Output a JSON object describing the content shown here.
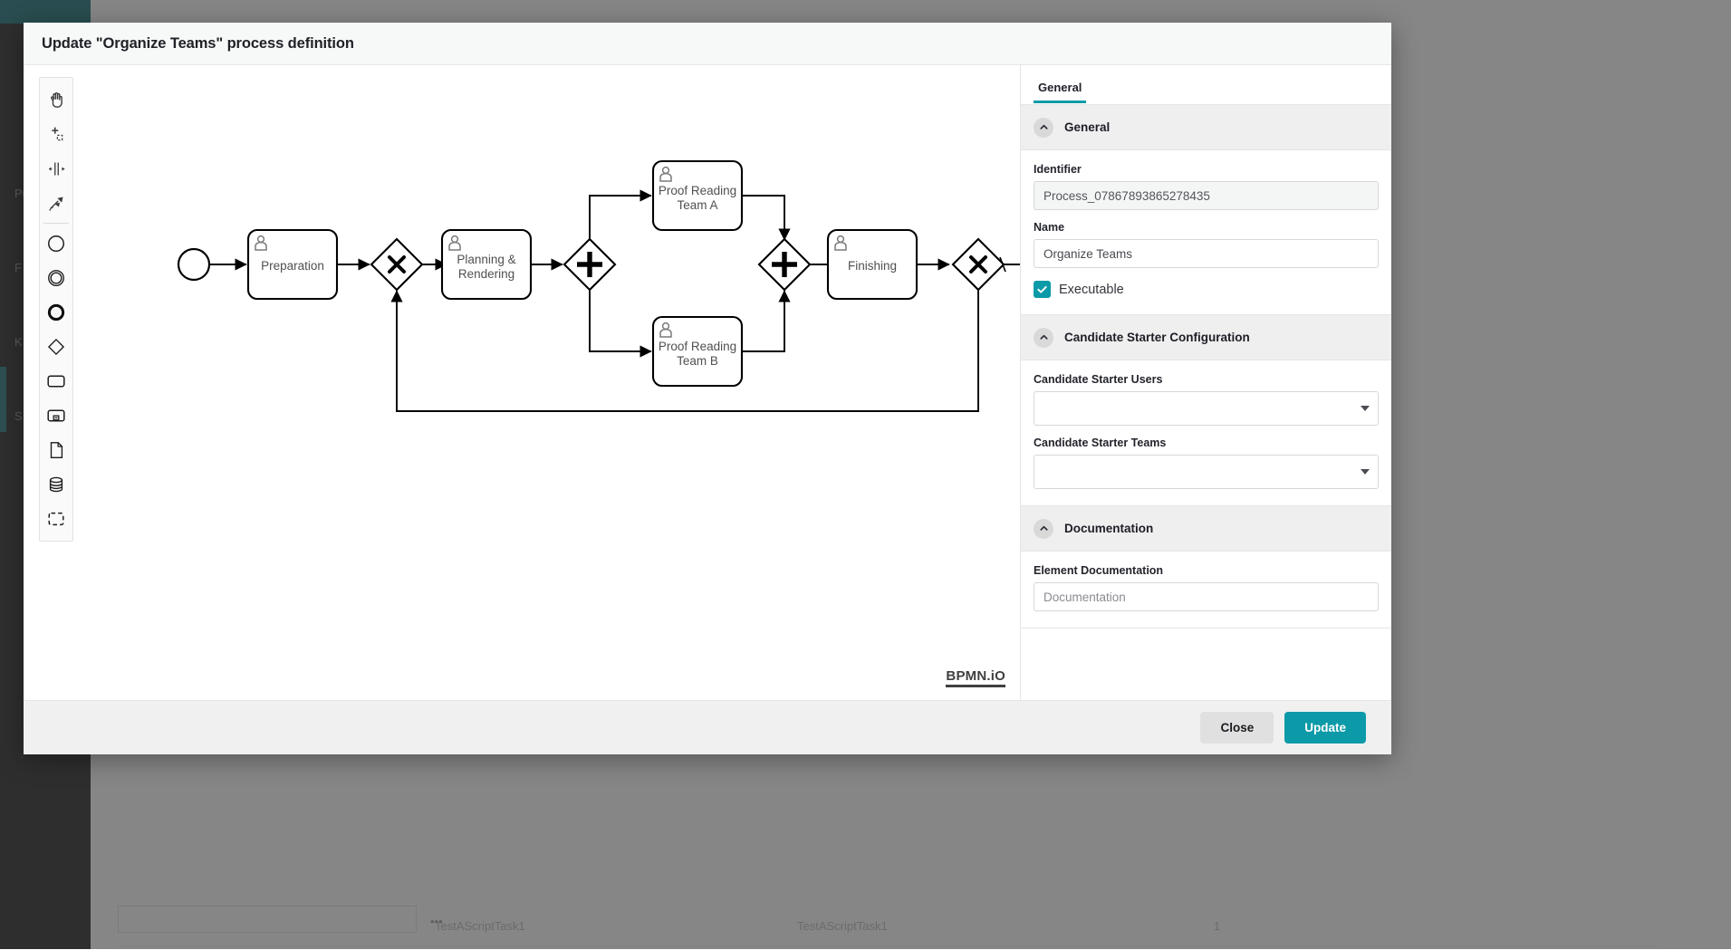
{
  "background": {
    "sidebar_items": [
      {
        "label": "Pub"
      },
      {
        "label": "F"
      },
      {
        "label": "K"
      },
      {
        "label": "S"
      }
    ],
    "table_rows": [
      {
        "c1": "TestAScriptTask1",
        "c2": "TestAScriptTask1",
        "c3": "1"
      }
    ],
    "row_menu_icon": "ellipsis-icon"
  },
  "modal": {
    "title": "Update \"Organize Teams\" process definition",
    "footer": {
      "close_label": "Close",
      "update_label": "Update"
    }
  },
  "canvas": {
    "logo": "BPMN.iO",
    "palette": [
      {
        "name": "hand-tool",
        "icon": "hand-icon"
      },
      {
        "name": "lasso-tool",
        "icon": "lasso-icon"
      },
      {
        "name": "space-tool",
        "icon": "space-icon"
      },
      {
        "name": "global-connect-tool",
        "icon": "connect-icon"
      },
      {
        "name": "create-start-event",
        "icon": "circle-thin-icon"
      },
      {
        "name": "create-intermediate-event",
        "icon": "circle-double-icon"
      },
      {
        "name": "create-end-event",
        "icon": "circle-thick-icon"
      },
      {
        "name": "create-gateway",
        "icon": "diamond-icon"
      },
      {
        "name": "create-task",
        "icon": "rounded-rect-icon"
      },
      {
        "name": "create-subprocess",
        "icon": "subprocess-icon"
      },
      {
        "name": "create-data-object",
        "icon": "document-icon"
      },
      {
        "name": "create-data-store",
        "icon": "database-icon"
      },
      {
        "name": "create-group",
        "icon": "dashed-frame-icon"
      }
    ]
  },
  "diagram": {
    "type": "bpmn",
    "elements": [
      {
        "id": "start",
        "type": "start-event",
        "label": ""
      },
      {
        "id": "preparation",
        "type": "user-task",
        "label": "Preparation"
      },
      {
        "id": "gw-xor-1",
        "type": "exclusive-gateway",
        "label": ""
      },
      {
        "id": "planning",
        "type": "user-task",
        "label": "Planning & Rendering"
      },
      {
        "id": "gw-par-split",
        "type": "parallel-gateway",
        "label": ""
      },
      {
        "id": "proof-a",
        "type": "user-task",
        "label": "Proof Reading Team A"
      },
      {
        "id": "proof-b",
        "type": "user-task",
        "label": "Proof Reading Team B"
      },
      {
        "id": "gw-par-join",
        "type": "parallel-gateway",
        "label": ""
      },
      {
        "id": "finishing",
        "type": "user-task",
        "label": "Finishing"
      },
      {
        "id": "gw-xor-2",
        "type": "exclusive-gateway",
        "label": ""
      }
    ],
    "task_labels": {
      "preparation": "Preparation",
      "planning_line1": "Planning &",
      "planning_line2": "Rendering",
      "proof_a_line1": "Proof Reading",
      "proof_a_line2": "Team A",
      "proof_b_line1": "Proof Reading",
      "proof_b_line2": "Team B",
      "finishing": "Finishing"
    }
  },
  "properties": {
    "tabs": [
      {
        "id": "general",
        "label": "General",
        "active": true
      }
    ],
    "groups": [
      {
        "id": "general",
        "title": "General",
        "chevron": "chevron-up-icon",
        "expanded": true
      },
      {
        "id": "candidate-starter-configuration",
        "title": "Candidate Starter Configuration",
        "chevron": "chevron-up-icon",
        "expanded": true
      },
      {
        "id": "documentation",
        "title": "Documentation",
        "chevron": "chevron-up-icon",
        "expanded": true
      }
    ],
    "general": {
      "identifier_label": "Identifier",
      "identifier_value": "Process_07867893865278435",
      "name_label": "Name",
      "name_value": "Organize Teams",
      "executable_label": "Executable",
      "executable_checked": true
    },
    "candidate_starter": {
      "users_label": "Candidate Starter Users",
      "users_value": "",
      "teams_label": "Candidate Starter Teams",
      "teams_value": ""
    },
    "documentation": {
      "element_documentation_label": "Element Documentation",
      "element_documentation_value": "",
      "element_documentation_placeholder": "Documentation"
    }
  },
  "colors": {
    "accent": "#0c9aa8",
    "header_bg": "#f7f8f8",
    "group_bg": "#efefef",
    "text": "#20212a"
  }
}
